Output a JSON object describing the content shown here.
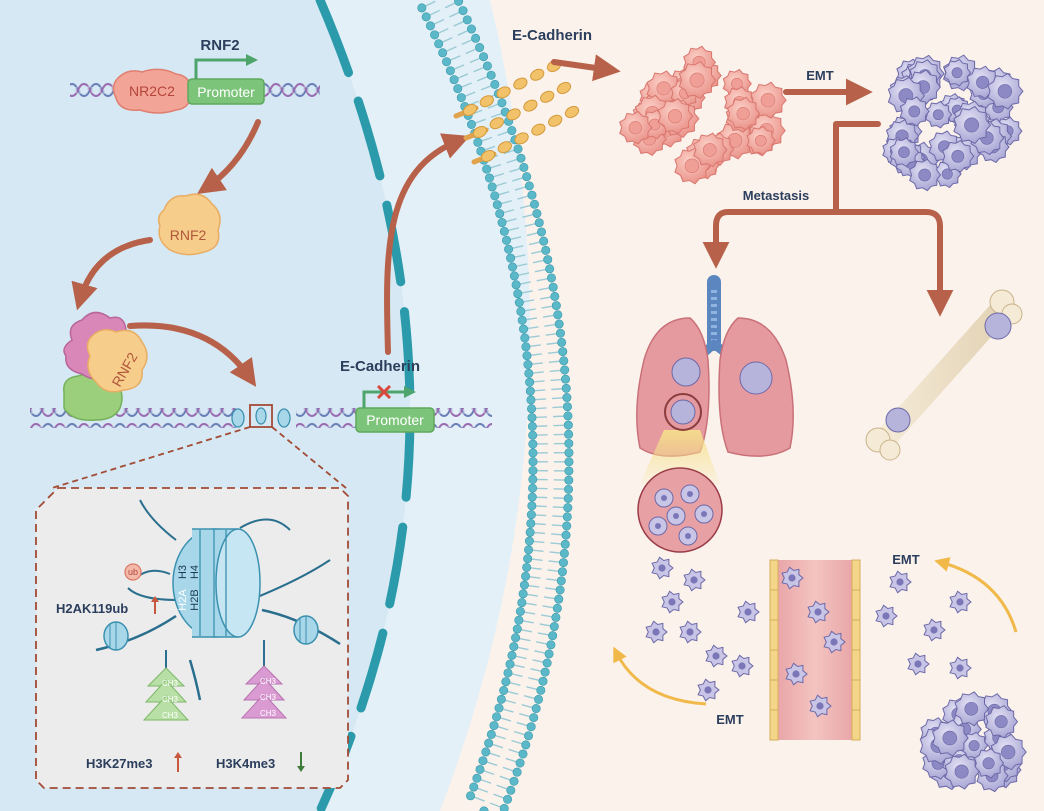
{
  "labels": {
    "rnf2_gene": "RNF2",
    "nr2c2": "NR2C2",
    "promoter_top": "Promoter",
    "rnf2_protein": "RNF2",
    "rnf2_complex": "RNF2",
    "ecad_nucleus": "E-Cadherin",
    "promoter_bottom": "Promoter",
    "ecad_membrane": "E-Cadherin",
    "emt_top": "EMT",
    "metastasis": "Metastasis",
    "emt_right": "EMT",
    "emt_left": "EMT",
    "h2a": "H2A",
    "h2b": "H2B",
    "h3": "H3",
    "h4": "H4",
    "ub": "ub",
    "h2ak119ub": "H2AK119ub",
    "h3k27me3": "H3K27me3",
    "h3k4me3": "H3K4me3",
    "ch3": "CH3"
  },
  "colors": {
    "nucleus_bg": "#d6e8f3",
    "cytoplasm_bg": "#e4f0f7",
    "outside_bg": "#fbf2ec",
    "arrow_brown": "#b7614a",
    "arrow_yellow": "#f0b94a",
    "membrane_head": "#5bb8c8",
    "promoter_green": "#7cc47a",
    "tumor_pink": "#f2a09a",
    "mesenchymal_purple": "#b7b4dc",
    "up_arrow": "#c8583d",
    "down_arrow": "#3f7b3a"
  },
  "marks": {
    "h2ak119ub": "up",
    "h3k27me3": "up",
    "h3k4me3": "down"
  }
}
